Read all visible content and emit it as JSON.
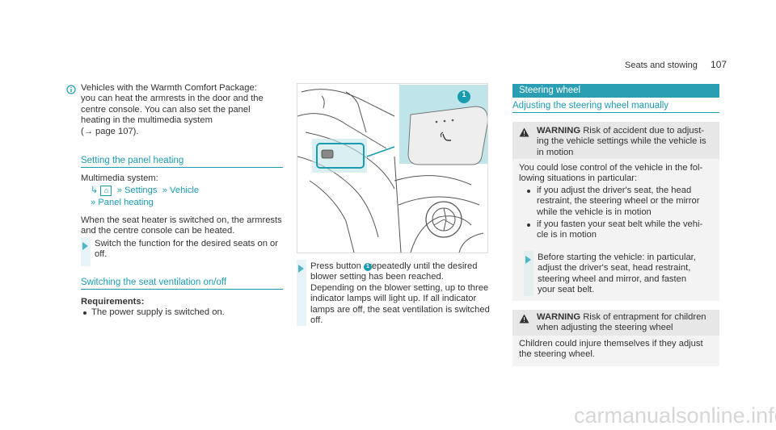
{
  "header": {
    "title": "Seats and stowing",
    "page": "107"
  },
  "intro": {
    "lines": [
      "Vehicles with the Warmth Comfort Package:",
      "you can heat the armrests in the door and the",
      "centre console. You can also set the panel",
      "heating in the multimedia system",
      "(→ page 107)."
    ]
  },
  "panel_heating": {
    "heading": "Setting the panel heating",
    "system_label": "Multimedia system:",
    "nav1": "Settings",
    "nav2": "Vehicle",
    "nav3": "Panel heating",
    "desc1": "When the seat heater is switched on, the armrests",
    "desc2": "and the centre console can be heated.",
    "step1": "Switch the function for the desired seats on or",
    "step2": "off."
  },
  "ventilation": {
    "heading": "Switching the seat ventilation on/off",
    "requirements_label": "Requirements:",
    "requirement": "The power supply is switched on.",
    "step_lines": [
      "Press button   repeatedly until the desired",
      "blower setting has been reached.",
      "Depending on the blower setting, up to three",
      "indicator lamps will light up. If all indicator",
      "lamps are off, the seat ventilation is switched",
      "off."
    ],
    "badge": "1"
  },
  "steering": {
    "banner": "Steering wheel",
    "heading": "Adjusting the steering wheel manually",
    "warning1": {
      "label": "WARNING",
      "head_lines": [
        "Risk of accident due to adjust-",
        "ing the vehicle settings while the vehicle is",
        "in motion"
      ],
      "body_lines": [
        "You could lose control of the vehicle in the fol-",
        "lowing situations in particular:"
      ],
      "bullets": [
        [
          "if you adjust the driver's seat, the head",
          "restraint, the steering wheel or the mirror",
          "while the vehicle is in motion"
        ],
        [
          "if you fasten your seat belt while the vehi-",
          "cle is in motion"
        ]
      ],
      "step_lines": [
        "Before starting the vehicle: in particular,",
        "adjust the driver's seat, head restraint,",
        "steering wheel and mirror, and fasten",
        "your seat belt."
      ]
    },
    "warning2": {
      "label": "WARNING",
      "head_lines": [
        "Risk of entrapment for children",
        "when adjusting the steering wheel"
      ],
      "body_lines": [
        "Children could injure themselves if they adjust",
        "the steering wheel."
      ]
    }
  },
  "figure": {
    "callout": "1"
  },
  "watermark": "carmanualsonline.info",
  "colors": {
    "accent": "#1b9bb0",
    "banner": "#2a9fb3",
    "figure_bg": "#ffffff",
    "figure_inset": "#bfe5ea"
  }
}
